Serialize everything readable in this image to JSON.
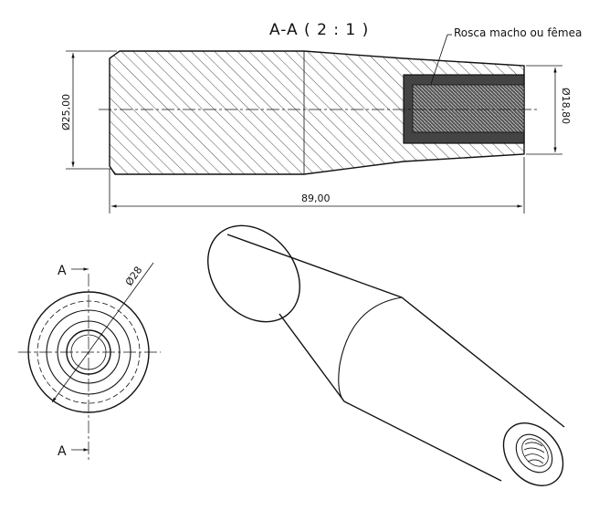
{
  "section_view": {
    "title": "A-A ( 2 : 1 )",
    "note": "Rosca macho ou fêmea",
    "dim_left_diameter": "Ø25,00",
    "dim_right_diameter": "Ø18,80",
    "dim_length": "89,00"
  },
  "front_view": {
    "dim_diameter": "Ø28",
    "section_label_top": "A",
    "section_label_bottom": "A"
  }
}
